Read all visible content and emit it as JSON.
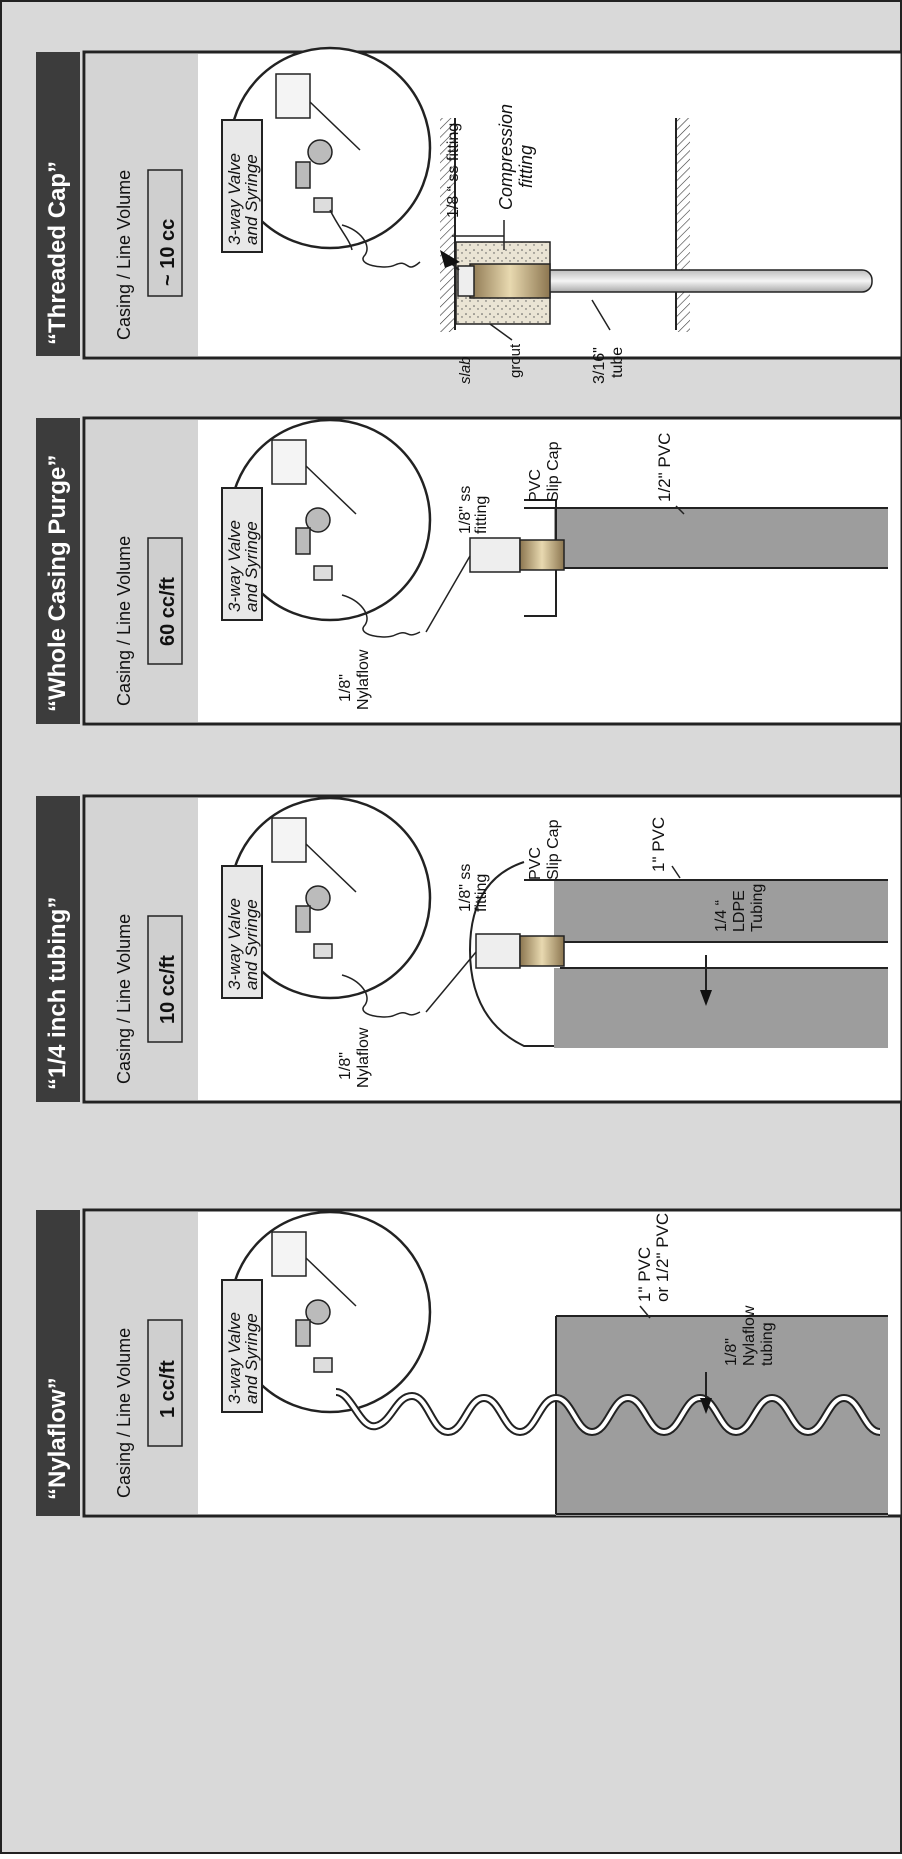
{
  "panels": [
    {
      "title": "“Threaded Cap”",
      "volume_label": "Casing / Line Volume",
      "volume_value": "~ 10 cc",
      "valve_label_line1": "3-way Valve",
      "valve_label_line2": "and Syringe",
      "labels": {
        "ss_fitting": "1/8 “ ss fitting",
        "compression_line1": "Compression",
        "compression_line2": "fitting",
        "slab": "slab",
        "grout": "grout",
        "tube_line1": "3/16\"",
        "tube_line2": "tube"
      }
    },
    {
      "title": "“Whole Casing Purge”",
      "volume_label": "Casing / Line Volume",
      "volume_value": "60 cc/ft",
      "valve_label_line1": "3-way Valve",
      "valve_label_line2": "and Syringe",
      "labels": {
        "ss_line1": "1/8\" ss",
        "ss_line2": "fitting",
        "cap_line1": "PVC",
        "cap_line2": "Slip Cap",
        "pvc": "1/2\" PVC",
        "nyla_line1": "1/8\"",
        "nyla_line2": "Nylaflow"
      }
    },
    {
      "title": "“1/4 inch tubing”",
      "volume_label": "Casing / Line Volume",
      "volume_value": "10 cc/ft",
      "valve_label_line1": "3-way Valve",
      "valve_label_line2": "and Syringe",
      "labels": {
        "ss_line1": "1/8\" ss",
        "ss_line2": "fitting",
        "cap_line1": "PVC",
        "cap_line2": "Slip Cap",
        "pvc": "1\" PVC",
        "ldpe_line1": "1/4 “",
        "ldpe_line2": "LDPE",
        "ldpe_line3": "Tubing",
        "nyla_line1": "1/8\"",
        "nyla_line2": "Nylaflow"
      }
    },
    {
      "title": "“Nylaflow”",
      "volume_label": "Casing / Line Volume",
      "volume_value": "1 cc/ft",
      "valve_label_line1": "3-way Valve",
      "valve_label_line2": "and Syringe",
      "labels": {
        "pvc_line1": "1\" PVC",
        "pvc_line2": "or 1/2\" PVC",
        "nyla_line1": "1/8\"",
        "nyla_line2": "Nylaflow",
        "nyla_line3": "tubing"
      }
    }
  ],
  "colors": {
    "page_bg": "#d9d9d9",
    "title_bar": "#3c3c3c",
    "pipe_fill": "#9d9d9d",
    "value_box": "#cfcfcf",
    "brass": "#c8b48a"
  }
}
